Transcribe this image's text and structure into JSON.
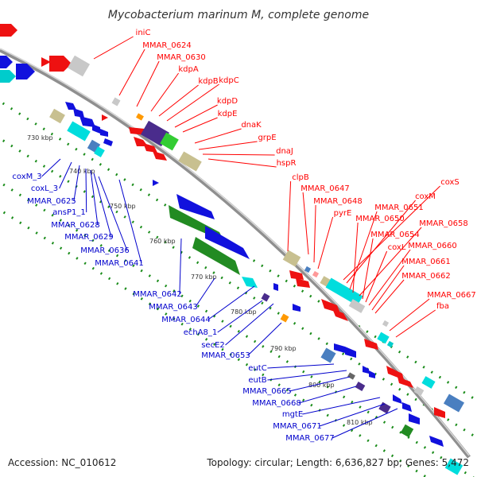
{
  "title": "Mycobacterium marinum M, complete genome",
  "footer": {
    "accession": "Accession: NC_010612",
    "summary": "Topology: circular; Length: 6,636,827 bp; Genes: 5,472"
  },
  "colors": {
    "forward_label": "#ff0000",
    "reverse_label": "#0000cc",
    "backbone": "#888888",
    "tick_dots": "#1a8c1a"
  },
  "kbp_ticks": [
    "730 kbp",
    "740 kbp",
    "750 kbp",
    "760 kbp",
    "770 kbp",
    "780 kbp",
    "790 kbp",
    "800 kbp",
    "810 kbp"
  ],
  "forward_genes": [
    "iniC",
    "MMAR_0624",
    "MMAR_0630",
    "kdpA",
    "kdpB",
    "kdpC",
    "kdpD",
    "kdpE",
    "dnaK",
    "grpE",
    "dnaJ",
    "hspR",
    "clpB",
    "MMAR_0647",
    "MMAR_0648",
    "pyrE",
    "coxS",
    "coxM",
    "MMAR_0651",
    "MMAR_0650",
    "MMAR_0658",
    "MMAR_0654",
    "coxL",
    "MMAR_0660",
    "MMAR_0661",
    "MMAR_0662",
    "MMAR_0667",
    "fba"
  ],
  "reverse_genes": [
    "coxM_3",
    "coxL_3",
    "MMAR_0625",
    "ansP1_1",
    "MMAR_0628",
    "MMAR_0629",
    "MMAR_0636",
    "MMAR_0641",
    "MMAR_0642",
    "MMAR_0643",
    "MMAR_0644",
    "echA8_1",
    "secE2",
    "MMAR_0653",
    "eutC",
    "eutB",
    "MMAR_0665",
    "MMAR_0668",
    "mgtE",
    "MMAR_0671",
    "MMAR_0677"
  ]
}
